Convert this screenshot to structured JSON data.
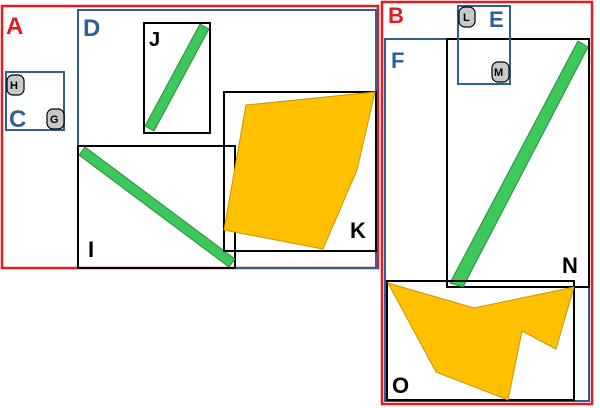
{
  "labels": {
    "a": "A",
    "b": "B",
    "c": "C",
    "d": "D",
    "e": "E",
    "f": "F",
    "g": "G",
    "h": "H",
    "i": "I",
    "j": "J",
    "k": "K",
    "l": "L",
    "m": "M",
    "n": "N",
    "o": "O"
  },
  "colors": {
    "red": "#e31b23",
    "blue": "#2e6096",
    "black": "#000000",
    "green": "#3cc85a",
    "green_stroke": "#2a8a3e",
    "yellow": "#ffc000",
    "yellow_stroke": "#c89400",
    "badge_fill": "#c8c8c8"
  }
}
